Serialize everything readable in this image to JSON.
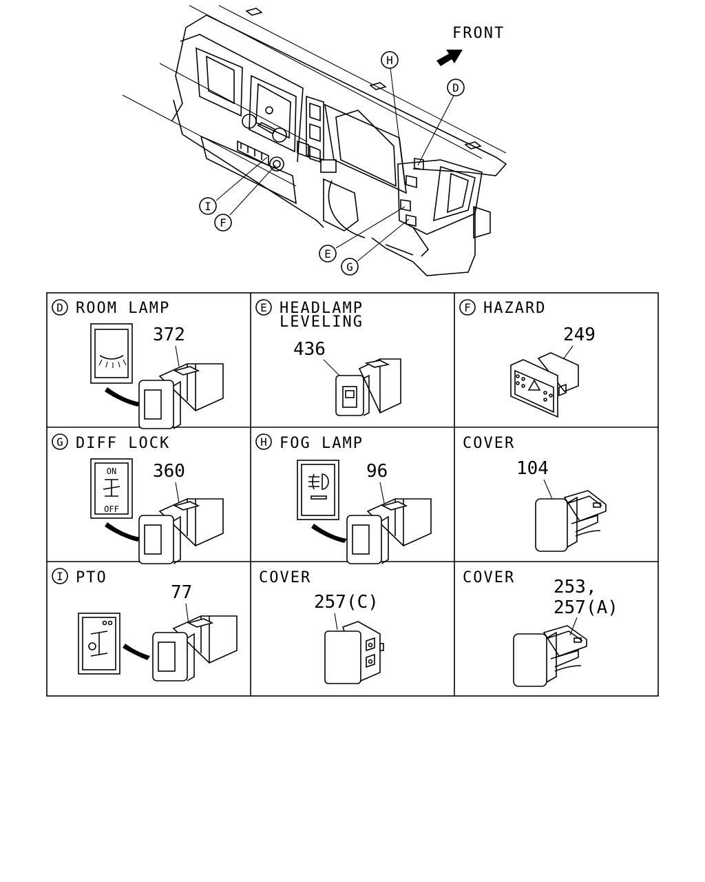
{
  "overview": {
    "front_label": "FRONT",
    "callouts": [
      "H",
      "D",
      "I",
      "F",
      "E",
      "G"
    ]
  },
  "cells": [
    {
      "letter": "D",
      "title": "ROOM LAMP",
      "part": "372"
    },
    {
      "letter": "E",
      "title_line1": "HEADLAMP",
      "title_line2": "LEVELING",
      "part": "436"
    },
    {
      "letter": "F",
      "title": "HAZARD",
      "part": "249"
    },
    {
      "letter": "G",
      "title": "DIFF LOCK",
      "part": "360",
      "panel_top": "ON",
      "panel_bottom": "OFF"
    },
    {
      "letter": "H",
      "title": "FOG LAMP",
      "part": "96"
    },
    {
      "title": "COVER",
      "part": "104"
    },
    {
      "letter": "I",
      "title": "PTO",
      "part": "77"
    },
    {
      "title": "COVER",
      "part": "257(C)"
    },
    {
      "title": "COVER",
      "part_line1": "253,",
      "part_line2": "257(A)"
    }
  ]
}
